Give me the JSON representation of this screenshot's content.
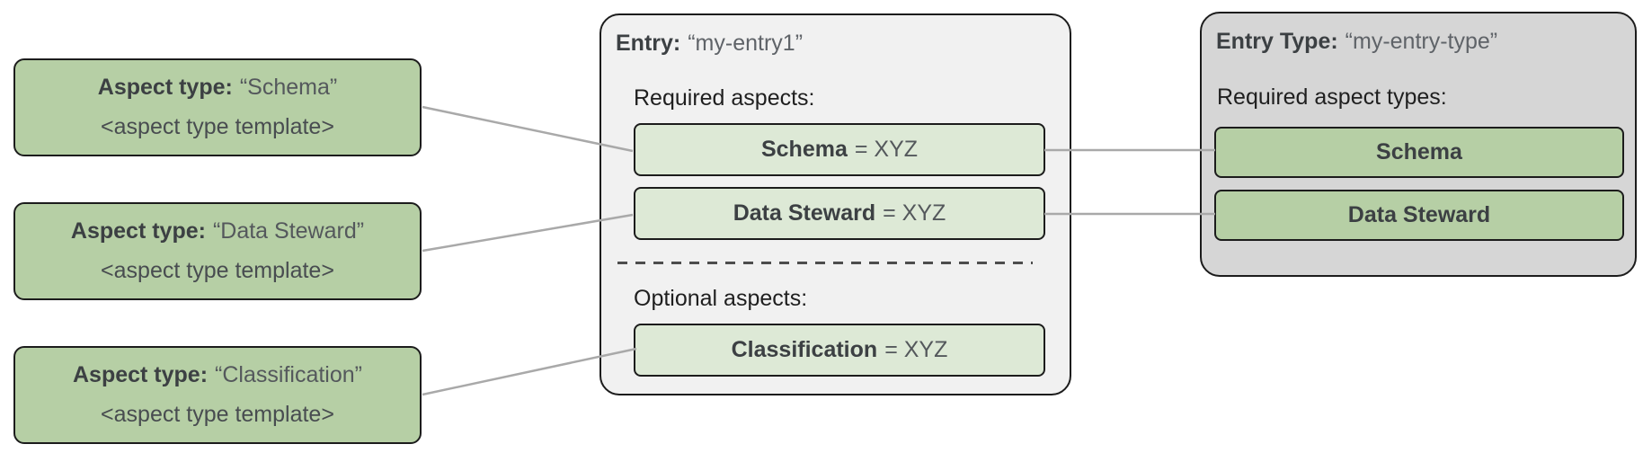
{
  "colors": {
    "aspect_green": "#b6cfa5",
    "aspect_green_light": "#dde9d6",
    "entry_container_bg": "#f1f1f1",
    "entry_type_container_bg": "#d6d6d6",
    "border": "#1c1c1c",
    "connector": "#a9a9a9",
    "text_dark": "#3c4043",
    "text_muted": "#5f6368"
  },
  "aspect_types": [
    {
      "label": "Aspect type:",
      "name": "“Schema”",
      "template": "<aspect type template>"
    },
    {
      "label": "Aspect type:",
      "name": "“Data Steward”",
      "template": "<aspect type template>"
    },
    {
      "label": "Aspect type:",
      "name": "“Classification”",
      "template": "<aspect type template>"
    }
  ],
  "entry": {
    "label": "Entry:",
    "name": "“my-entry1”",
    "required_heading": "Required aspects:",
    "required_aspects": [
      {
        "name": "Schema",
        "value": "= XYZ"
      },
      {
        "name": "Data Steward",
        "value": "= XYZ"
      }
    ],
    "optional_heading": "Optional aspects:",
    "optional_aspects": [
      {
        "name": "Classification",
        "value": "= XYZ"
      }
    ]
  },
  "entry_type": {
    "label": "Entry Type:",
    "name": "“my-entry-type”",
    "required_heading": "Required aspect types:",
    "required_aspect_types": [
      {
        "name": "Schema"
      },
      {
        "name": "Data Steward"
      }
    ]
  },
  "connections": [
    {
      "from": "aspect-type-schema",
      "to": "entry-aspect-schema"
    },
    {
      "from": "aspect-type-data-steward",
      "to": "entry-aspect-data-steward"
    },
    {
      "from": "aspect-type-classification",
      "to": "entry-aspect-classification"
    },
    {
      "from": "entry-aspect-schema",
      "to": "entry-type-required-schema"
    },
    {
      "from": "entry-aspect-data-steward",
      "to": "entry-type-required-data-steward"
    }
  ]
}
